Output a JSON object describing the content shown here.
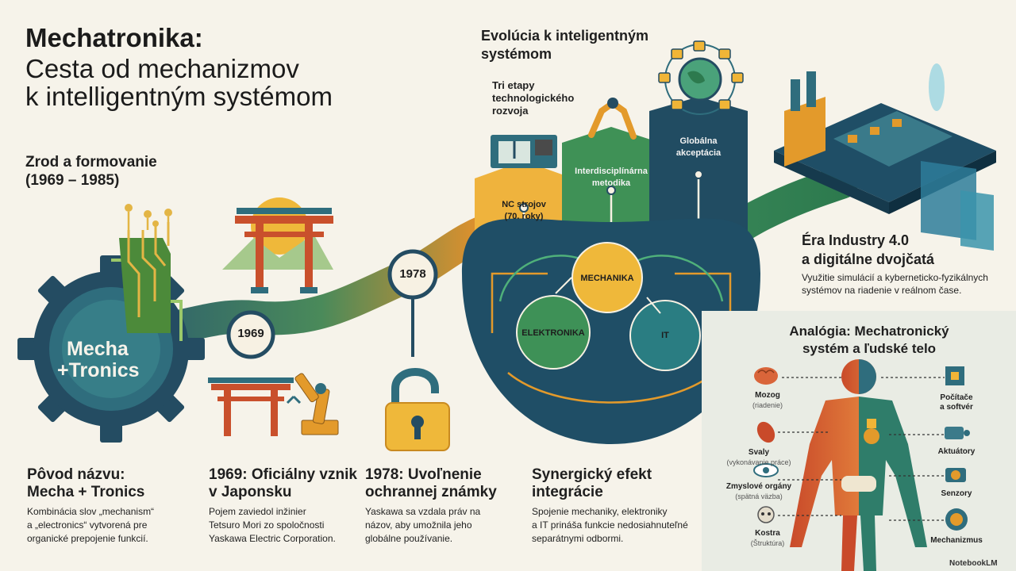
{
  "title": {
    "line1": "Mechatronika:",
    "line2": "Cesta od mechanizmov",
    "line3": "k intelligentným systémom"
  },
  "section_origin": {
    "heading_line1": "Zrod a formovanie",
    "heading_line2": "(1969 – 1985)"
  },
  "gear_logo": {
    "line1": "Mecha",
    "line2": "+Tronics"
  },
  "timeline": {
    "year_1969": "1969",
    "year_1978": "1978"
  },
  "columns": [
    {
      "heading_line1": "Pôvod názvu:",
      "heading_line2": "Mecha + Tronics",
      "text_line1": "Kombinácia slov „mechanism“",
      "text_line2": "a „electronics“ vytvorená pre",
      "text_line3": "organické prepojenie funkcií."
    },
    {
      "heading_line1": "1969: Oficiálny vznik",
      "heading_line2": "v Japonsku",
      "text_line1": "Pojem zaviedol inžinier",
      "text_line2": "Tetsuro Mori zo spoločnosti",
      "text_line3": "Yaskawa Electric Corporation."
    },
    {
      "heading_line1": "1978: Uvoľnenie",
      "heading_line2": "ochrannej známky",
      "text_line1": "Yaskawa sa vzdala práv na",
      "text_line2": "názov, aby umožnila jeho",
      "text_line3": "globálne používanie."
    },
    {
      "heading_line1": "Synergický efekt",
      "heading_line2": "integrácie",
      "text_line1": "Spojenie mechaniky, elektroniky",
      "text_line2": "a IT prináša funkcie nedosiahnuteľné",
      "text_line3": "separátnymi odbormi."
    }
  ],
  "evolution": {
    "heading_line1": "Evolúcia k inteligentným",
    "heading_line2": "systémom",
    "sub_line1": "Tri etapy",
    "sub_line2": "technologického",
    "sub_line3": "rozvoja",
    "stage1_line1": "NC strojov",
    "stage1_line2": "(70. roky)",
    "stage2_line1": "Interdisciplínárna",
    "stage2_line2": "metodika",
    "stage3_line1": "Globálna",
    "stage3_line2": "akceptácia"
  },
  "synergy": {
    "mechanika": "MECHANIKA",
    "elektronika": "ELEKTRONIKA",
    "it": "IT"
  },
  "industry": {
    "heading_line1": "Éra Industry 4.0",
    "heading_line2": "a digitálne dvojčatá",
    "text_line1": "Využitie simulácií a kyberneticko-fyzikálnych",
    "text_line2": "systémov na riadenie v reálnom čase."
  },
  "analogy": {
    "heading_line1": "Analógia: Mechatronický",
    "heading_line2": "systém a ľudské telo",
    "left": [
      {
        "name": "Mozog",
        "sub": "(riadenie)"
      },
      {
        "name": "Svaly",
        "sub": "(vykonávanie práce)"
      },
      {
        "name": "Zmyslové orgány",
        "sub": "(spätná väzba)"
      },
      {
        "name": "Kostra",
        "sub": "(Štruktúra)"
      }
    ],
    "right": [
      {
        "line1": "Počítače",
        "line2": "a softvér"
      },
      {
        "line1": "Aktuátory",
        "line2": ""
      },
      {
        "line1": "Senzory",
        "line2": ""
      },
      {
        "line1": "Mechanizmus",
        "line2": ""
      }
    ]
  },
  "watermark": "NotebookLM",
  "colors": {
    "navy": "#1f4e66",
    "green": "#3b8a5a",
    "orange": "#e39a2b",
    "yellow": "#f0b537",
    "teal": "#2a7d82",
    "background": "#f6f3ea"
  }
}
